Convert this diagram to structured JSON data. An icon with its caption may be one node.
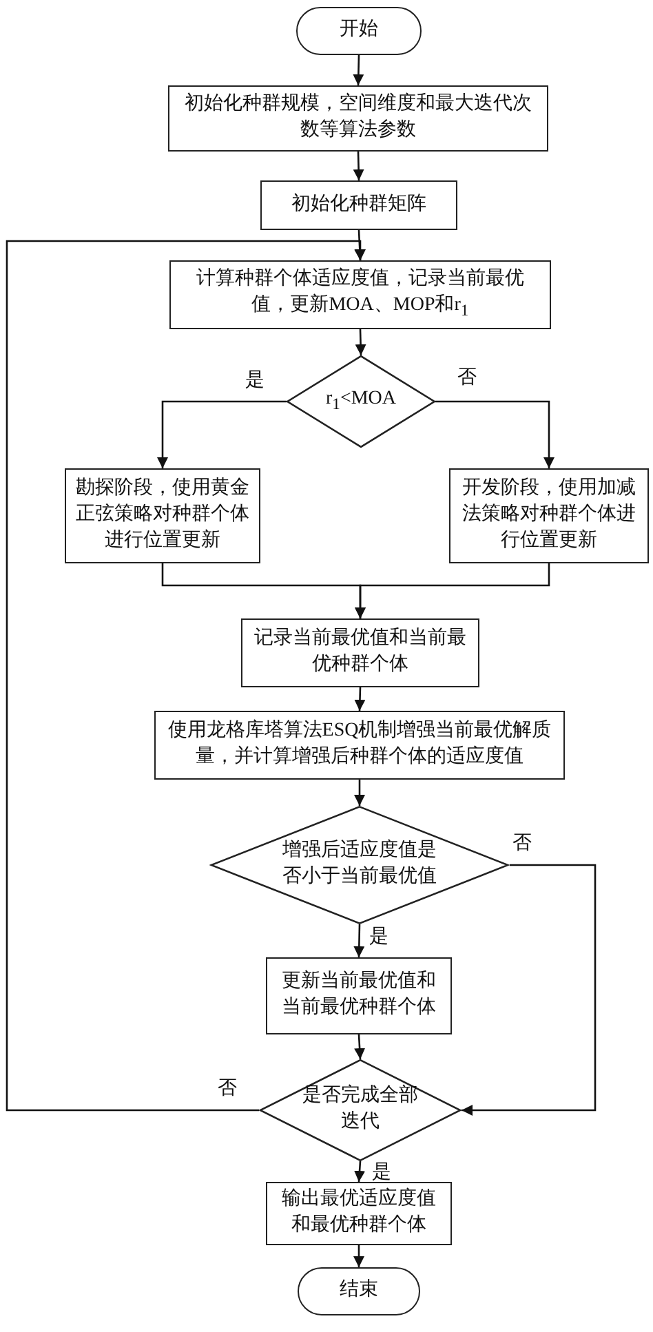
{
  "diagram": {
    "nodes": [
      {
        "text": [
          "开始"
        ]
      },
      {
        "text": [
          "初始化种群规模，空间维度和最大迭代次数等算法参数"
        ]
      },
      {
        "text": [
          "初始化种群矩阵"
        ]
      },
      {
        "text": [
          "计算种群个体适应度值，记录当前最优值，更新MOA、MOP和r$_{1}$"
        ]
      },
      {
        "text": [
          "r$_{1}$<MOA"
        ]
      },
      {
        "text": [
          "勘探阶段，使用黄金正弦策略对种群个体进行位置更新"
        ]
      },
      {
        "text": [
          "开发阶段，使用加减法策略对种群个体进行位置更新"
        ]
      },
      {
        "text": [
          "记录当前最优值和当前最优种群个体"
        ]
      },
      {
        "text": [
          "使用龙格库塔算法ESQ机制增强当前最优解质量，并计算增强后种群个体的适应度值"
        ]
      },
      {
        "text": [
          "增强后适应度值是否小于当前最优值"
        ]
      },
      {
        "text": [
          "更新当前最优值和当前最优种群个体"
        ]
      },
      {
        "text": [
          "是否完成全部迭代"
        ]
      },
      {
        "text": [
          "输出最优适应度值和最优种群个体"
        ]
      },
      {
        "text": [
          "结束"
        ]
      }
    ],
    "edges": [
      {
        "from": 0,
        "to": 1,
        "arrow": "to"
      },
      {
        "from": 1,
        "to": 2,
        "arrow": "to"
      },
      {
        "from": 2,
        "to": 3,
        "arrow": "to"
      },
      {
        "from": 3,
        "to": 4,
        "arrow": "to"
      },
      {
        "from": 4,
        "to": 5,
        "arrow": "to",
        "label": "是"
      },
      {
        "from": 4,
        "to": 6,
        "arrow": "to",
        "label": "否"
      },
      {
        "from": 5,
        "to": 7,
        "arrow": "to"
      },
      {
        "from": 6,
        "to": 7,
        "arrow": "to"
      },
      {
        "from": 7,
        "to": 8,
        "arrow": "to"
      },
      {
        "from": 8,
        "to": 9,
        "arrow": "to"
      },
      {
        "from": 9,
        "to": 10,
        "arrow": "to",
        "label": "是"
      },
      {
        "from": 9,
        "to": 11,
        "arrow": "to",
        "label": "否"
      },
      {
        "from": 10,
        "to": 11,
        "arrow": "to"
      },
      {
        "from": 11,
        "to": 3,
        "arrow": "to",
        "label": "否"
      },
      {
        "from": 11,
        "to": 12,
        "arrow": "to",
        "label": "是"
      },
      {
        "from": 12,
        "to": 13,
        "arrow": "to"
      }
    ]
  }
}
